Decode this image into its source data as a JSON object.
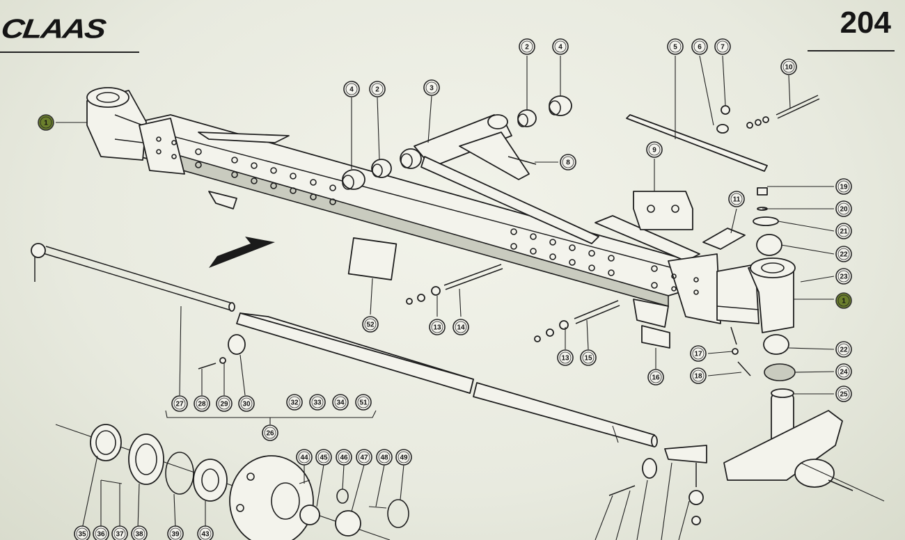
{
  "header": {
    "brand": "CLAAS",
    "page_number": "204"
  },
  "callouts": [
    {
      "id": "c1a",
      "label": "1",
      "highlight": true
    },
    {
      "id": "c1b",
      "label": "1",
      "highlight": true
    },
    {
      "id": "c2a",
      "label": "2"
    },
    {
      "id": "c4a",
      "label": "4"
    },
    {
      "id": "c4b",
      "label": "4"
    },
    {
      "id": "c2b",
      "label": "2"
    },
    {
      "id": "c3",
      "label": "3"
    },
    {
      "id": "c5",
      "label": "5"
    },
    {
      "id": "c6",
      "label": "6"
    },
    {
      "id": "c7",
      "label": "7"
    },
    {
      "id": "c8",
      "label": "8"
    },
    {
      "id": "c9",
      "label": "9"
    },
    {
      "id": "c10",
      "label": "10"
    },
    {
      "id": "c11",
      "label": "11"
    },
    {
      "id": "c19",
      "label": "19"
    },
    {
      "id": "c20",
      "label": "20"
    },
    {
      "id": "c21",
      "label": "21"
    },
    {
      "id": "c22a",
      "label": "22"
    },
    {
      "id": "c23",
      "label": "23"
    },
    {
      "id": "c22b",
      "label": "22"
    },
    {
      "id": "c24",
      "label": "24"
    },
    {
      "id": "c25",
      "label": "25"
    },
    {
      "id": "c17",
      "label": "17"
    },
    {
      "id": "c18",
      "label": "18"
    },
    {
      "id": "c16",
      "label": "16"
    },
    {
      "id": "c13a",
      "label": "13"
    },
    {
      "id": "c14",
      "label": "14"
    },
    {
      "id": "c13b",
      "label": "13"
    },
    {
      "id": "c15",
      "label": "15"
    },
    {
      "id": "c52",
      "label": "52"
    },
    {
      "id": "c27",
      "label": "27"
    },
    {
      "id": "c28",
      "label": "28"
    },
    {
      "id": "c29",
      "label": "29"
    },
    {
      "id": "c30",
      "label": "30"
    },
    {
      "id": "c32",
      "label": "32"
    },
    {
      "id": "c33",
      "label": "33"
    },
    {
      "id": "c34",
      "label": "34"
    },
    {
      "id": "c51",
      "label": "51"
    },
    {
      "id": "c26",
      "label": "26"
    },
    {
      "id": "c44",
      "label": "44"
    },
    {
      "id": "c45",
      "label": "45"
    },
    {
      "id": "c46",
      "label": "46"
    },
    {
      "id": "c47",
      "label": "47"
    },
    {
      "id": "c48",
      "label": "48"
    },
    {
      "id": "c49",
      "label": "49"
    },
    {
      "id": "c35",
      "label": "35"
    },
    {
      "id": "c36",
      "label": "36"
    },
    {
      "id": "c37",
      "label": "37"
    },
    {
      "id": "c38",
      "label": "38"
    },
    {
      "id": "c39",
      "label": "39"
    },
    {
      "id": "c43",
      "label": "43"
    }
  ]
}
